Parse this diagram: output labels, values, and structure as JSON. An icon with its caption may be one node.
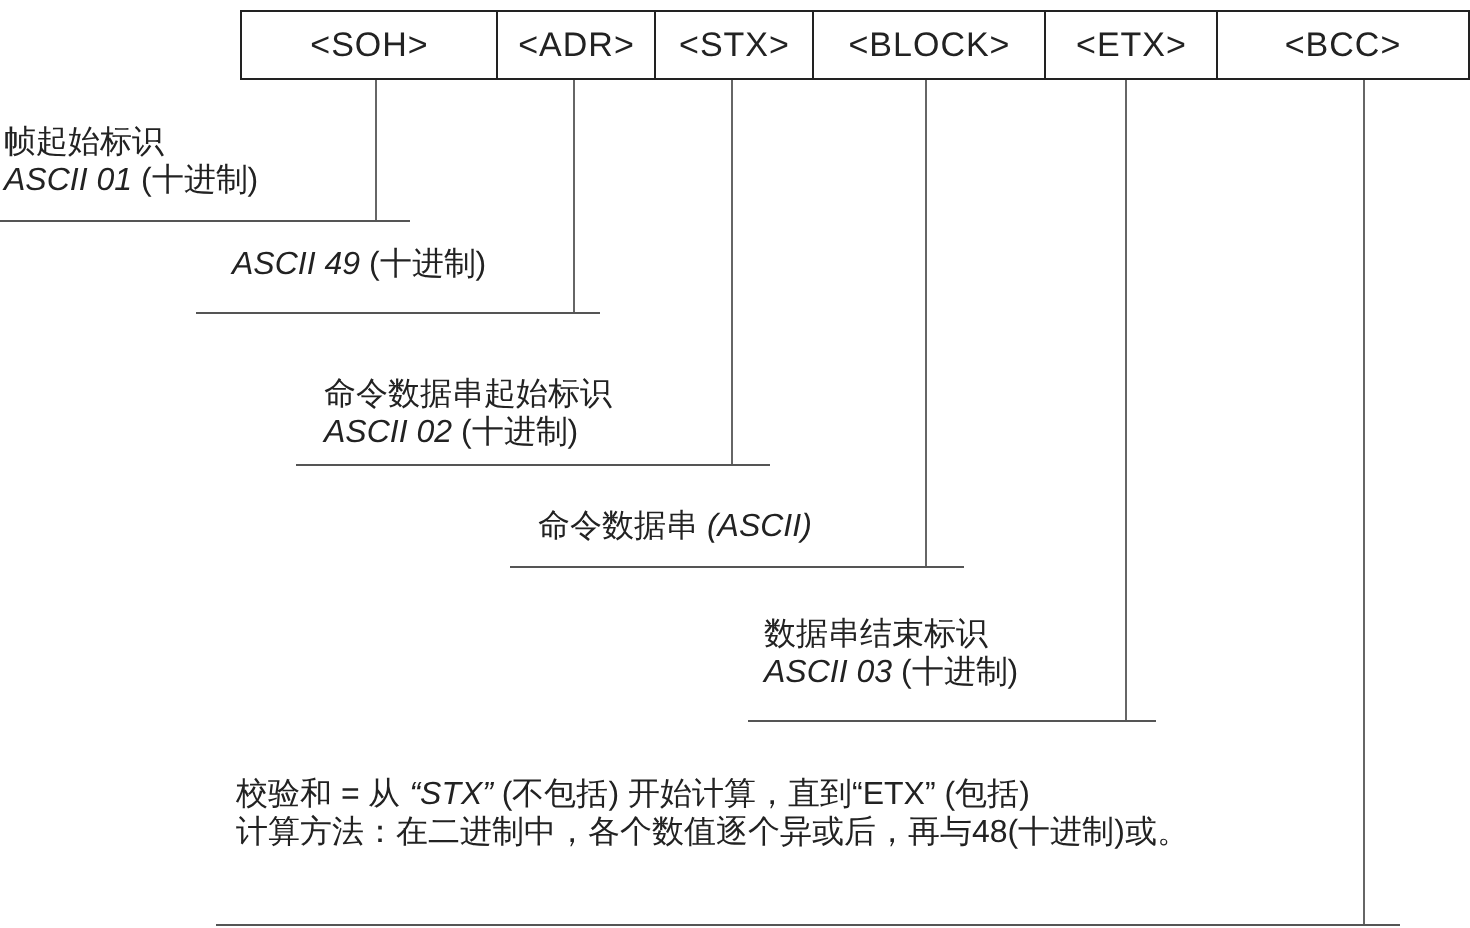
{
  "diagram": {
    "nodes": [
      {
        "text": [
          "<SOH>"
        ]
      },
      {
        "text": [
          "<ADR>"
        ]
      },
      {
        "text": [
          "<STX>"
        ]
      },
      {
        "text": [
          "<BLOCK>"
        ]
      },
      {
        "text": [
          "<ETX>"
        ]
      },
      {
        "text": [
          "<BCC>"
        ]
      },
      {
        "text": [
          "帧起始标识",
          "*ASCII 01* (十进制)"
        ]
      },
      {
        "text": [
          "*ASCII 49* (十进制)"
        ]
      },
      {
        "text": [
          "命令数据串起始标识",
          "*ASCII 02* (十进制)"
        ]
      },
      {
        "text": [
          "命令数据串 *(ASCII)*"
        ]
      },
      {
        "text": [
          "数据串结束标识",
          "*ASCII 03* (十进制)"
        ]
      },
      {
        "text": [
          "校验和 = 从 *“STX”* (不包括) 开始计算，直到“ETX” (包括)",
          "计算方法：在二进制中，各个数值逐个异或后，再与48(十进制)或。"
        ]
      }
    ],
    "edges": [
      {
        "from": 6,
        "to": 0,
        "arrow": "none"
      },
      {
        "from": 7,
        "to": 1,
        "arrow": "none"
      },
      {
        "from": 8,
        "to": 2,
        "arrow": "none"
      },
      {
        "from": 9,
        "to": 3,
        "arrow": "none"
      },
      {
        "from": 10,
        "to": 4,
        "arrow": "none"
      },
      {
        "from": 11,
        "to": 5,
        "arrow": "none"
      }
    ]
  }
}
